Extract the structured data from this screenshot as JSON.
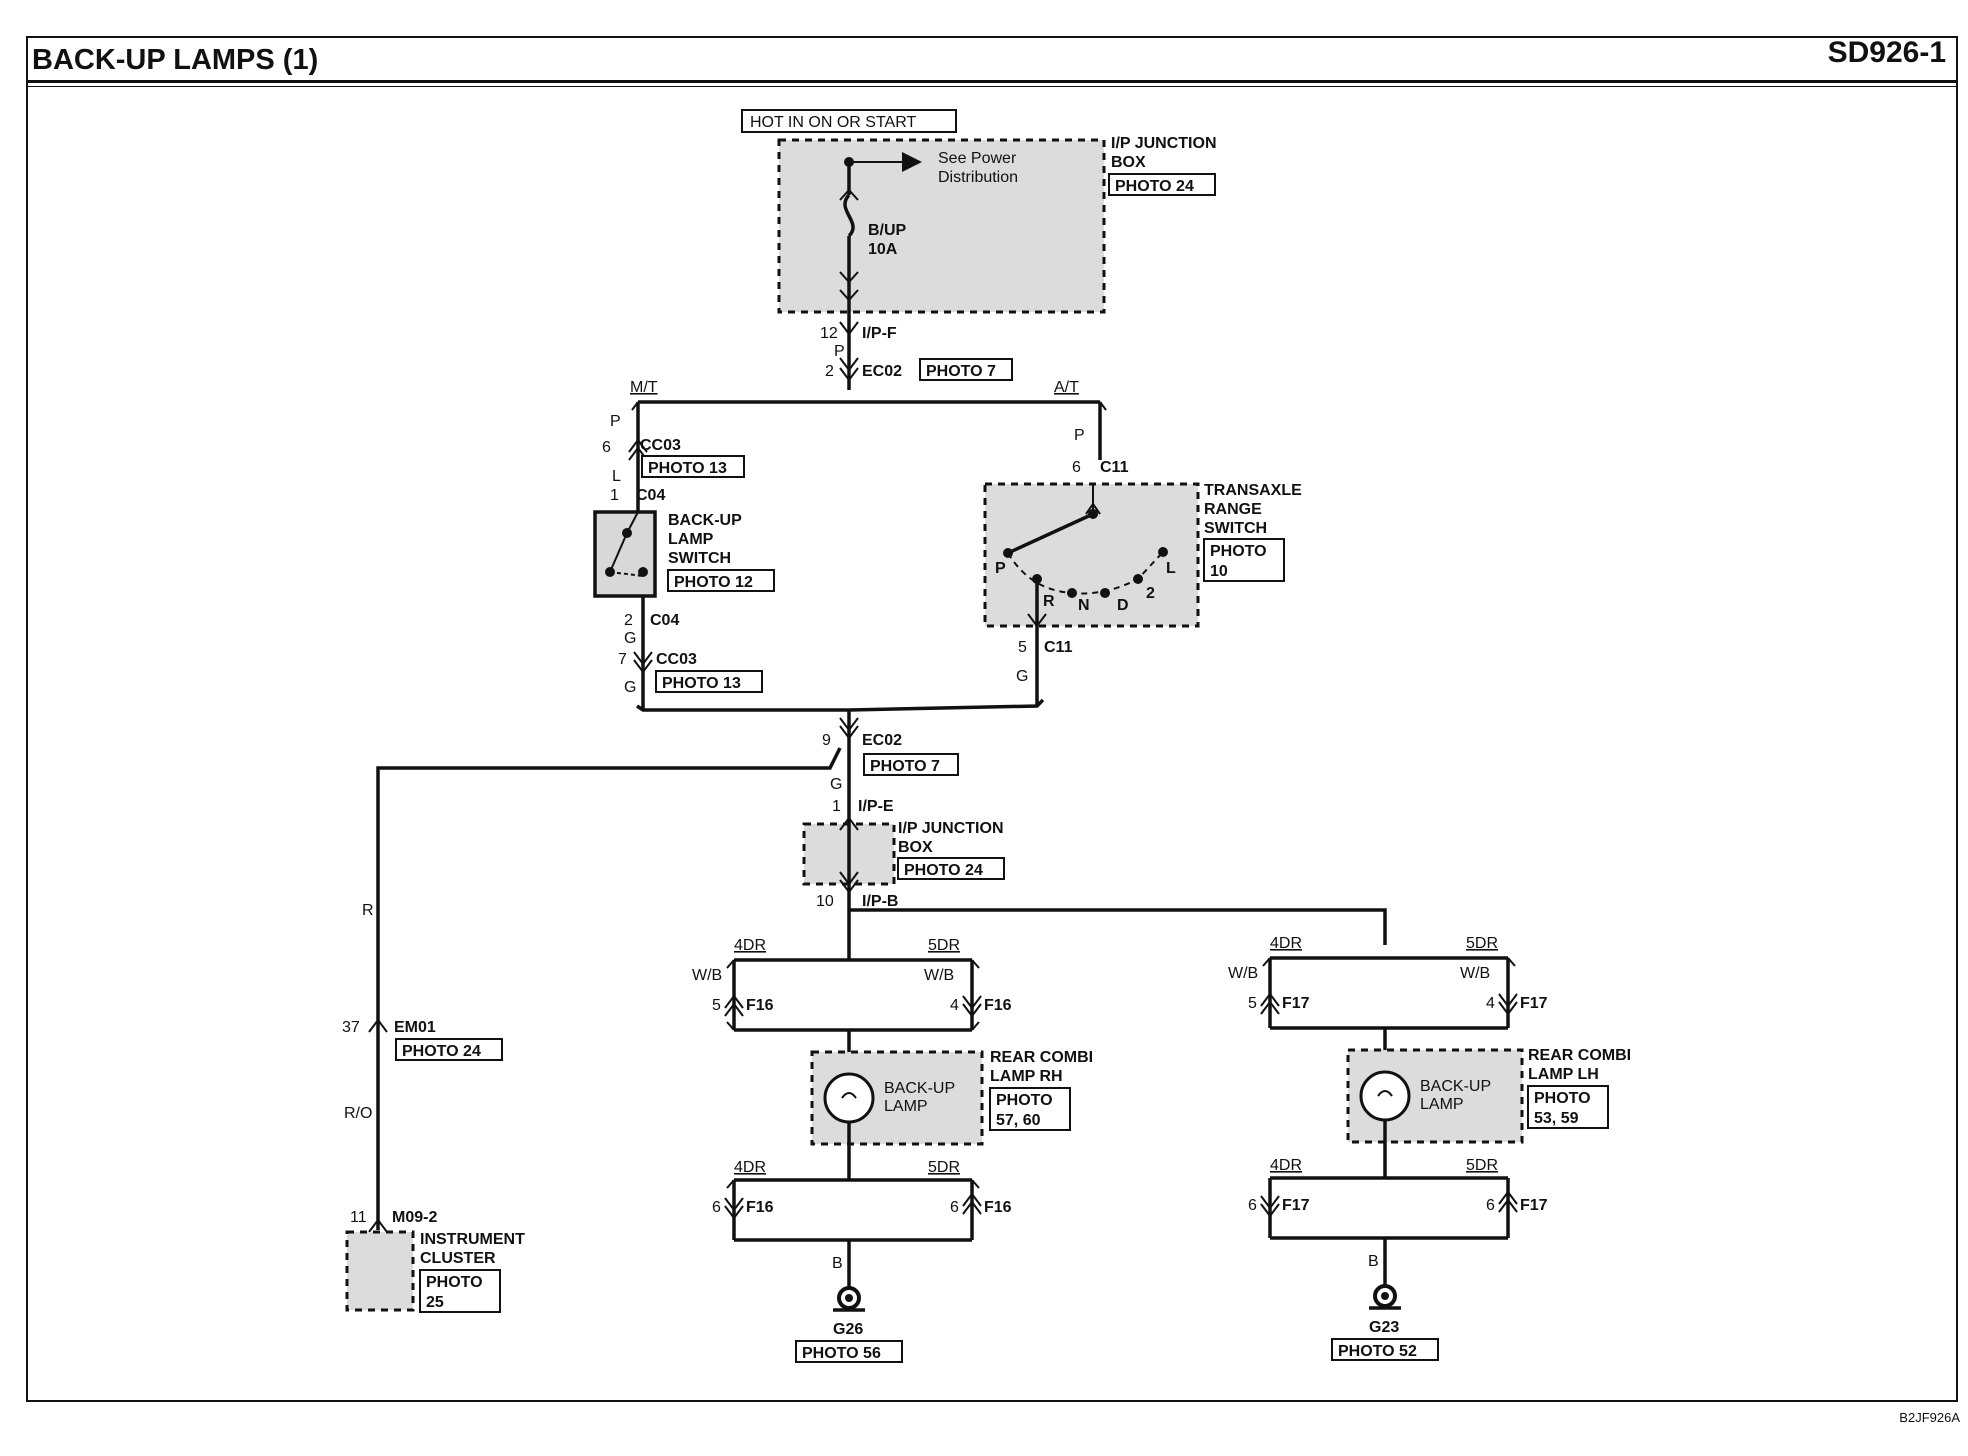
{
  "header": {
    "title": "BACK-UP LAMPS (1)",
    "code": "SD926-1"
  },
  "footer": {
    "ref": "B2JF926A"
  },
  "top": {
    "hot": "HOT IN ON OR START",
    "see1": "See Power",
    "see2": "Distribution",
    "fuse1": "B/UP",
    "fuse2": "10A",
    "box1": "I/P JUNCTION",
    "box2": "BOX",
    "photo": "PHOTO 24",
    "pin": "12",
    "conn": "I/P-F",
    "wire": "P"
  },
  "ec02a": {
    "pin": "2",
    "conn": "EC02",
    "photo": "PHOTO 7"
  },
  "mt": {
    "label": "M/T",
    "wire1": "P",
    "pin1": "6",
    "conn1": "CC03",
    "photo1": "PHOTO 13",
    "wire2": "L",
    "pin2": "1",
    "conn2": "C04",
    "sw1": "BACK-UP",
    "sw2": "LAMP",
    "sw3": "SWITCH",
    "swphoto": "PHOTO 12",
    "pin3": "2",
    "conn3": "C04",
    "wire3": "G",
    "pin4": "7",
    "conn4": "CC03",
    "photo4": "PHOTO 13",
    "wire4": "G"
  },
  "at": {
    "label": "A/T",
    "wire1": "P",
    "pin1": "6",
    "conn1": "C11",
    "sw1": "TRANSAXLE",
    "sw2": "RANGE",
    "sw3": "SWITCH",
    "photo1": "PHOTO",
    "photo2": "10",
    "positions": [
      "P",
      "R",
      "N",
      "D",
      "2",
      "L"
    ],
    "pin2": "5",
    "conn2": "C11",
    "wire2": "G"
  },
  "ec02b": {
    "pin": "9",
    "conn": "EC02",
    "photo": "PHOTO 7",
    "wire": "G"
  },
  "ipe": {
    "pin": "1",
    "conn": "I/P-E",
    "box1": "I/P JUNCTION",
    "box2": "BOX",
    "photo": "PHOTO 24"
  },
  "ipb": {
    "pin": "10",
    "conn": "I/P-B"
  },
  "left": {
    "wire1": "R",
    "pin1": "37",
    "conn1": "EM01",
    "photo1": "PHOTO 24",
    "wire2": "R/O",
    "pin2": "11",
    "conn2": "M09-2",
    "ic1": "INSTRUMENT",
    "ic2": "CLUSTER",
    "icphoto1": "PHOTO",
    "icphoto2": "25"
  },
  "rh": {
    "dr4": "4DR",
    "dr5": "5DR",
    "wb": "W/B",
    "pin4": "5",
    "pin5": "4",
    "conn": "F16",
    "lamp1": "BACK-UP",
    "lamp2": "LAMP",
    "rc1": "REAR COMBI",
    "rc2": "LAMP RH",
    "photo1": "PHOTO",
    "photo2": "57, 60",
    "gpin": "6",
    "gwire": "B",
    "ground": "G26",
    "gphoto": "PHOTO 56"
  },
  "lh": {
    "dr4": "4DR",
    "dr5": "5DR",
    "wb": "W/B",
    "pin4": "5",
    "pin5": "4",
    "conn": "F17",
    "lamp1": "BACK-UP",
    "lamp2": "LAMP",
    "rc1": "REAR COMBI",
    "rc2": "LAMP LH",
    "photo1": "PHOTO",
    "photo2": "53, 59",
    "gpin": "6",
    "gwire": "B",
    "ground": "G23",
    "gphoto": "PHOTO 52"
  }
}
